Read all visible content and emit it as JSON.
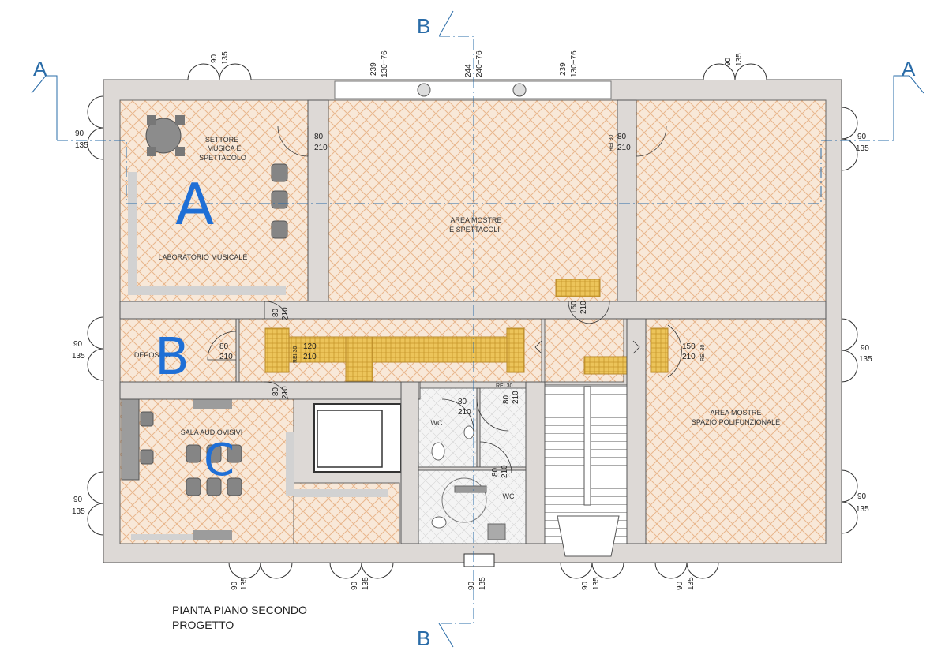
{
  "title": {
    "line1": "PIANTA PIANO SECONDO",
    "line2": "PROGETTO"
  },
  "section_markers": {
    "a_left": "A",
    "a_right": "A",
    "b_top": "B",
    "b_bottom": "B"
  },
  "handwritten": {
    "a": "A",
    "b": "B",
    "c": "C"
  },
  "rooms": {
    "settore_1": "SETTORE",
    "settore_2": "MUSICA E",
    "settore_3": "SPETTACOLO",
    "laboratorio": "LABORATORIO MUSICALE",
    "area_mostre_1": "AREA MOSTRE",
    "area_mostre_2": "E SPETTACOLI",
    "deposito": "DEPOSITO",
    "sala_audiovisivi": "SALA AUDIOVISIVI",
    "wc_1": "WC",
    "wc_2": "WC",
    "area_poli_1": "AREA MOSTRE",
    "area_poli_2": "SPAZIO POLIFUNZIONALE"
  },
  "dimensions": {
    "d90": "90",
    "d135": "135",
    "d80": "80",
    "d210": "210",
    "d120": "120",
    "d150": "150",
    "d239": "239",
    "d244": "244",
    "d130_76": "130+76",
    "d130_76b": "130+76",
    "d240_76": "240+76",
    "rei30": "REI 30"
  },
  "colors": {
    "wall": "#ddd9d6",
    "floor": "#f7e6d4",
    "parquet": "#e9b98e",
    "stair_gold": "#e2b84a",
    "section_line": "#2a6ca8",
    "hand_ink": "#1f6fd6"
  }
}
